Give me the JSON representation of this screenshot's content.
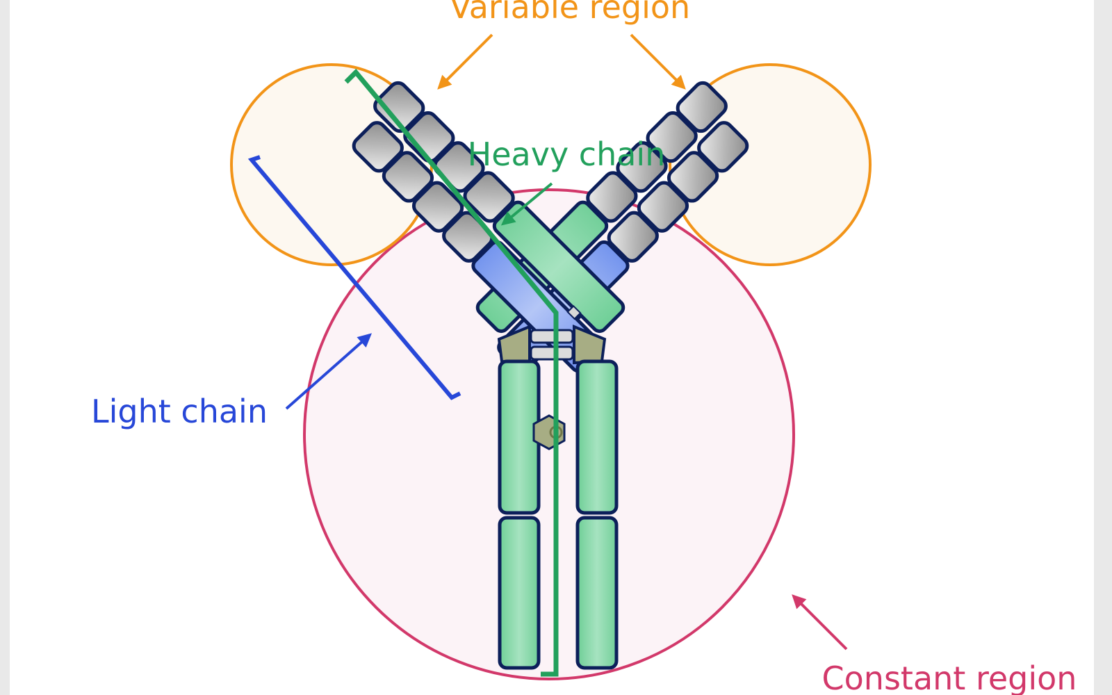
{
  "labels": {
    "variable_region": "Variable region",
    "heavy_chain": "Heavy chain",
    "light_chain": "Light chain",
    "constant_region": "Constant region"
  },
  "colors": {
    "background": "#e9e9e9",
    "panel": "#ffffff",
    "variable": "#f29418",
    "heavy": "#22a05c",
    "light": "#2747d8",
    "constant": "#d2386a",
    "constant_fill": "#fcf3f7",
    "variable_fill": "#fdf8f0",
    "outline": "#0c1f5a",
    "gray_domain": "#b8b8b8",
    "heavy_domain": "#8fd9ae",
    "light_domain": "#8ea9f2",
    "hinge": "#a7ad84"
  }
}
